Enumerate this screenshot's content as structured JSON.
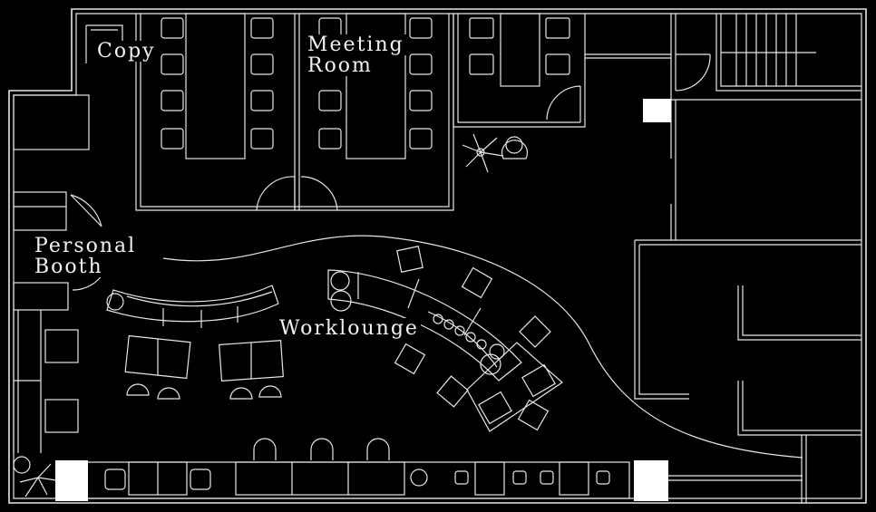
{
  "colors": {
    "background": "#000000",
    "linework": "#e6e6e6",
    "label_text": "#f2f2f2",
    "columns": "#ffffff"
  },
  "rooms": {
    "copy": "Copy",
    "meeting_room_line1": "Meeting",
    "meeting_room_line2": "Room",
    "personal_booth_line1": "Personal",
    "personal_booth_line2": "Booth",
    "worklounge": "Worklounge"
  },
  "icons": [
    "plant-icon",
    "chair-icon",
    "stair-icon",
    "door-swing-icon",
    "column-icon"
  ]
}
